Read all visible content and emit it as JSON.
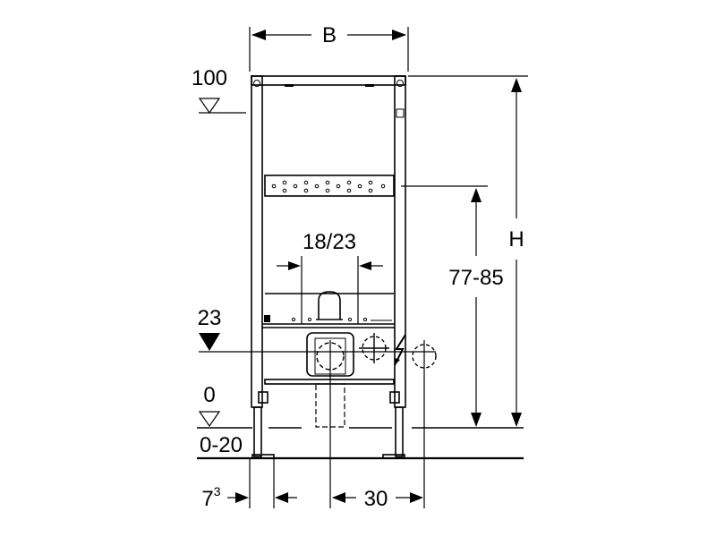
{
  "labels": {
    "width": "B",
    "height": "H",
    "level_top": "100",
    "level_mid": "23",
    "level_floor": "0",
    "floor_range": "0-20",
    "rail_height": "77-85",
    "spacing": "18/23",
    "side_offset_base": "7",
    "side_offset_sup": "3",
    "outlet_offset": "30"
  },
  "colors": {
    "line": "#000000",
    "background": "#ffffff"
  }
}
